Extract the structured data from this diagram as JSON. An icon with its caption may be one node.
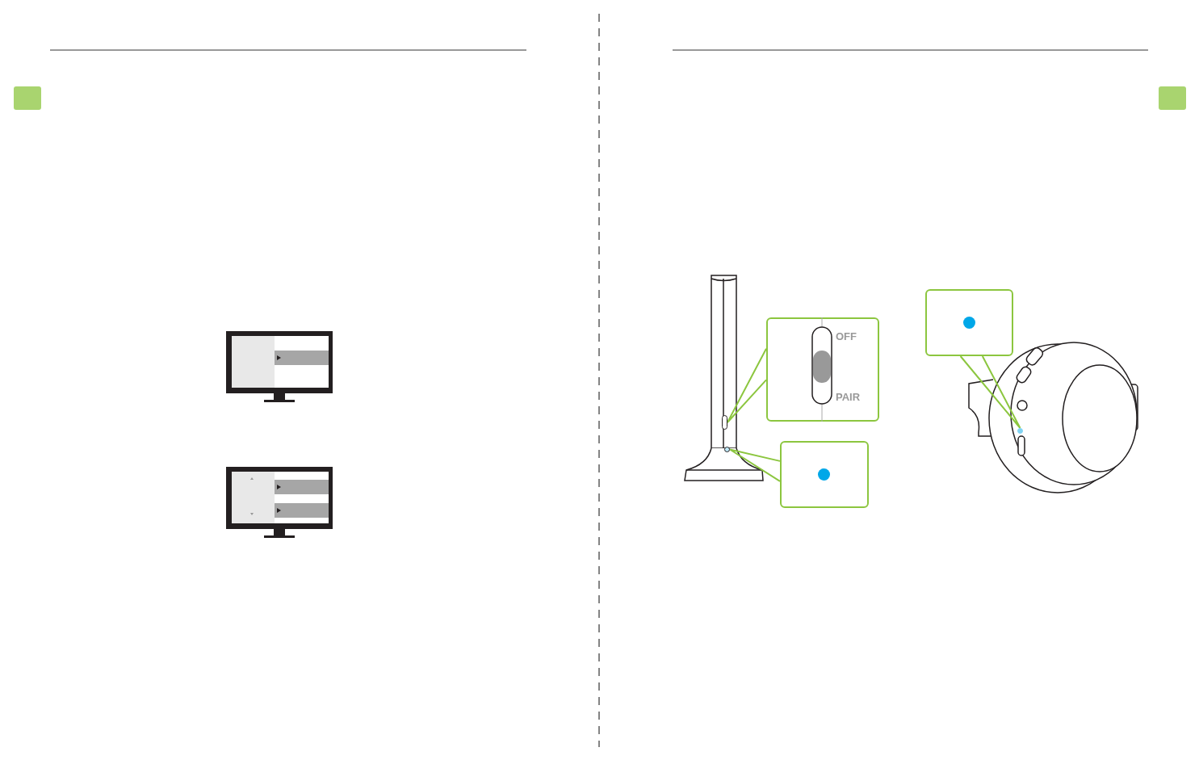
{
  "diagram": {
    "nodes": [
      {
        "text": [
          "OFF",
          "PAIR"
        ]
      },
      {
        "text": [],
        "shape": "box"
      },
      {
        "text": [],
        "shape": "box"
      },
      {
        "text": [],
        "shape": "box"
      },
      {
        "text": [],
        "shape": "circle"
      },
      {
        "text": [],
        "shape": "circle"
      }
    ],
    "edges": [
      {
        "from": 0,
        "to": 3,
        "arrow": "none"
      },
      {
        "from": 1,
        "to": 4,
        "arrow": "none"
      },
      {
        "from": 2,
        "to": 5,
        "arrow": "none"
      }
    ]
  }
}
